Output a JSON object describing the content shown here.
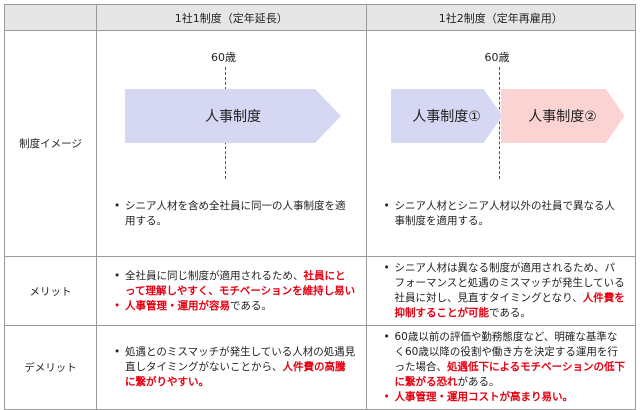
{
  "header": {
    "col1": "1社1制度（定年延長）",
    "col2": "1社2制度（定年再雇用）"
  },
  "rows": {
    "image_label": "制度イメージ",
    "merit_label": "メリット",
    "demerit_label": "デメリット"
  },
  "image": {
    "left_age": "60歳",
    "left_arrow": "人事制度",
    "right_age": "60歳",
    "right_arrow1": "人事制度①",
    "right_arrow2": "人事制度②",
    "colors": {
      "blue_arrow": "#d6d7f2",
      "pink_arrow": "#fbd3d3"
    }
  },
  "notes": {
    "left": "シニア人材を含め全社員に同一の人事制度を適用する。",
    "right": "シニア人材とシニア人材以外の社員で異なる人事制度を適用する。"
  },
  "merit": {
    "left_1a": "全社員に同じ制度が適用されるため、",
    "left_1b": "社員にとって理解しやすく、モチベーションを維持し易い",
    "left_2": "人事管理・運用が容易",
    "left_2b": "である。",
    "right_a": "シニア人材は異なる制度が適用されるため、パフォーマンスと処遇のミスマッチが発生している社員に対し、見直すタイミングとなり、",
    "right_b": "人件費を抑制することが可能",
    "right_c": "である。"
  },
  "demerit": {
    "left_a": "処遇とのミスマッチが発生している人材の処遇見直しタイミングがないことから、",
    "left_b": "人件費の高騰に繋がりやすい。",
    "right_1a": "60歳以前の評価や勤務態度など、明確な基準なく60歳以降の役割や働き方を決定する運用を行った場合、",
    "right_1b": "処遇低下によるモチベーションの低下に繋がる恐れ",
    "right_1c": "がある。",
    "right_2": "人事管理・運用コストが高まり易い。",
    "accent_color": "#e60012"
  }
}
